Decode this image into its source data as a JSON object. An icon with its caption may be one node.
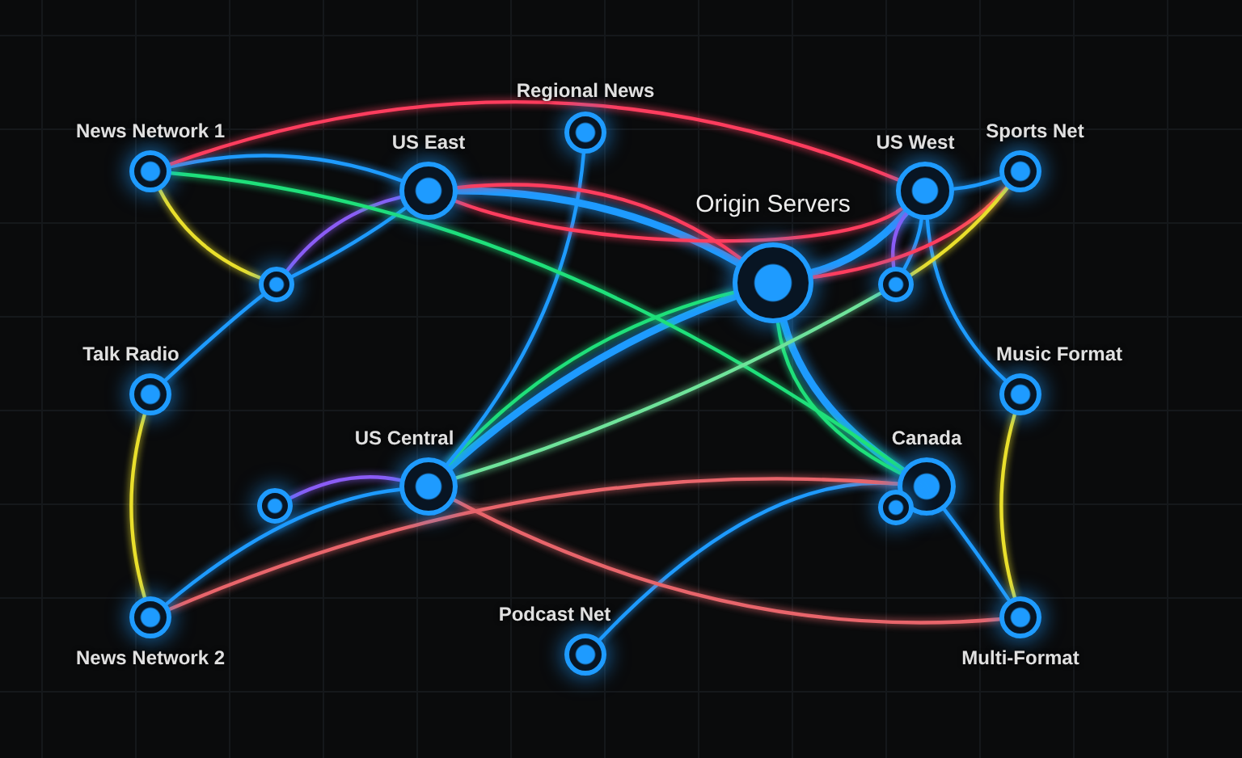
{
  "diagram": {
    "nodes": [
      {
        "text": [
          "News Network 1"
        ]
      },
      {
        "text": [
          "Regional News"
        ]
      },
      {
        "text": [
          "US East"
        ]
      },
      {
        "text": [
          "US West"
        ]
      },
      {
        "text": [
          "Sports Net"
        ]
      },
      {
        "text": [
          "Origin Servers"
        ]
      },
      {
        "text": [],
        "shape": "circle"
      },
      {
        "text": [],
        "shape": "circle"
      },
      {
        "text": [
          "Talk Radio"
        ]
      },
      {
        "text": [
          "Music Format"
        ]
      },
      {
        "text": [
          "US Central"
        ]
      },
      {
        "text": [
          "Canada"
        ]
      },
      {
        "text": [],
        "shape": "circle"
      },
      {
        "text": [],
        "shape": "circle"
      },
      {
        "text": [
          "News Network 2"
        ]
      },
      {
        "text": [
          "Multi-Format"
        ]
      },
      {
        "text": [
          "Podcast Net"
        ]
      }
    ],
    "edges": [
      {
        "from": 5,
        "to": 2,
        "arrow": "none",
        "style": "thick"
      },
      {
        "from": 5,
        "to": 3,
        "arrow": "none",
        "style": "thick"
      },
      {
        "from": 5,
        "to": 10,
        "arrow": "none",
        "style": "thick"
      },
      {
        "from": 5,
        "to": 11,
        "arrow": "none",
        "style": "thick"
      },
      {
        "from": 5,
        "to": 10,
        "arrow": "none",
        "color": "#1fe07a"
      },
      {
        "from": 5,
        "to": 11,
        "arrow": "none",
        "color": "#1fe07a"
      },
      {
        "from": 2,
        "to": 0,
        "arrow": "none"
      },
      {
        "from": 2,
        "to": 6,
        "arrow": "none"
      },
      {
        "from": 6,
        "to": 8,
        "arrow": "none"
      },
      {
        "from": 2,
        "to": 6,
        "arrow": "none",
        "color": "#8b5cf6"
      },
      {
        "from": 3,
        "to": 4,
        "arrow": "none"
      },
      {
        "from": 3,
        "to": 9,
        "arrow": "none"
      },
      {
        "from": 3,
        "to": 7,
        "arrow": "none"
      },
      {
        "from": 3,
        "to": 7,
        "arrow": "none",
        "color": "#8b5cf6"
      },
      {
        "from": 10,
        "to": 14,
        "arrow": "none"
      },
      {
        "from": 10,
        "to": 12,
        "arrow": "none",
        "color": "#8b5cf6"
      },
      {
        "from": 11,
        "to": 15,
        "arrow": "none"
      },
      {
        "from": 11,
        "to": 16,
        "arrow": "none"
      },
      {
        "from": 1,
        "to": 10,
        "arrow": "none"
      },
      {
        "from": 0,
        "to": 3,
        "arrow": "none",
        "color": "#ff3d5e"
      },
      {
        "from": 2,
        "to": 5,
        "arrow": "none",
        "color": "#ff3d5e"
      },
      {
        "from": 2,
        "to": 3,
        "arrow": "none",
        "color": "#ff3d5e"
      },
      {
        "from": 5,
        "to": 4,
        "arrow": "none",
        "color": "#ff3d5e"
      },
      {
        "from": 10,
        "to": 15,
        "arrow": "none",
        "color": "#e8656b"
      },
      {
        "from": 14,
        "to": 11,
        "arrow": "none",
        "color": "#e8656b"
      },
      {
        "from": 0,
        "to": 11,
        "arrow": "none",
        "color": "#1fe07a"
      },
      {
        "from": 10,
        "to": 7,
        "arrow": "none",
        "color": "#6fe39a"
      },
      {
        "from": 7,
        "to": 4,
        "arrow": "none",
        "color": "#e9df2c"
      },
      {
        "from": 0,
        "to": 6,
        "arrow": "none",
        "color": "#e9df2c"
      },
      {
        "from": 8,
        "to": 14,
        "arrow": "none",
        "color": "#e9df2c"
      },
      {
        "from": 9,
        "to": 15,
        "arrow": "none",
        "color": "#e9df2c"
      }
    ]
  }
}
